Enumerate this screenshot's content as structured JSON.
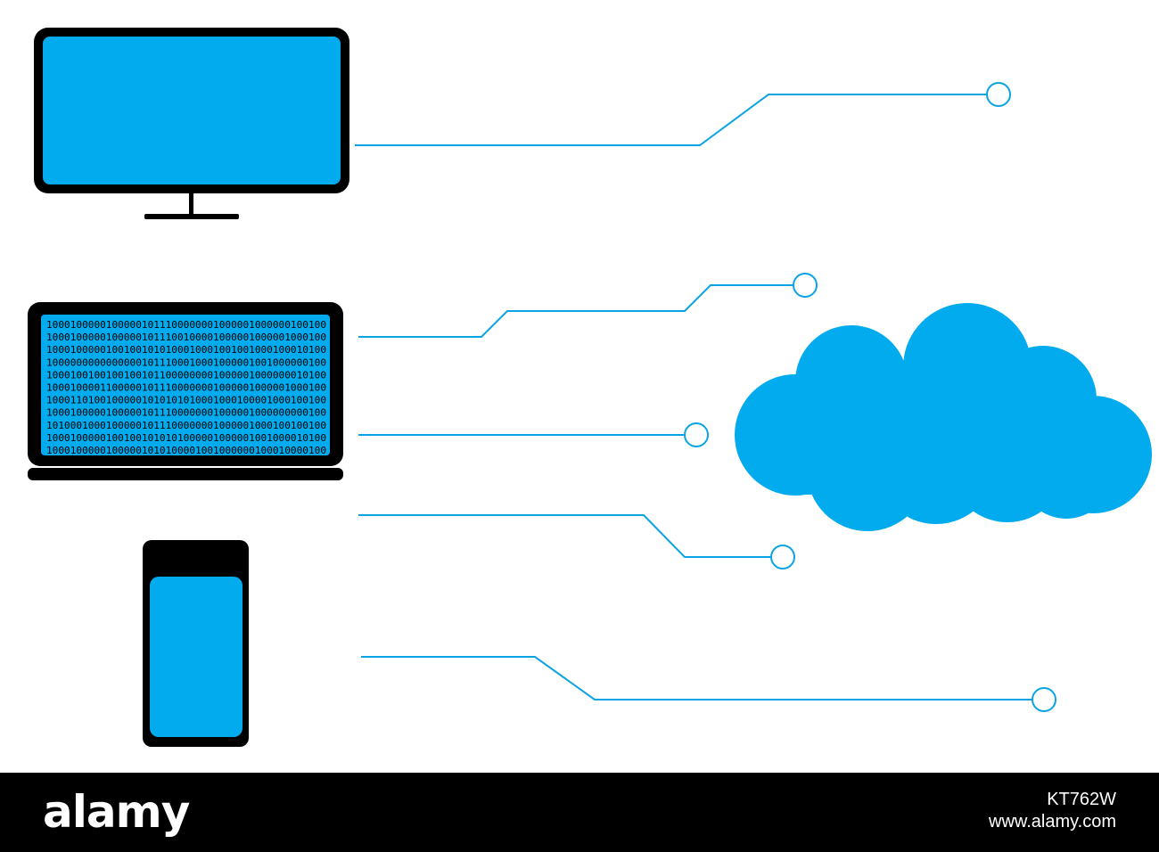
{
  "colors": {
    "screen_blue": "#02abee",
    "line_blue": "#0aa3e3",
    "device_black": "#000000",
    "footer_bg": "#000000",
    "footer_text": "#ffffff"
  },
  "icons": [
    "monitor-icon",
    "laptop-icon",
    "smartphone-icon",
    "cloud-icon"
  ],
  "laptop_screen": {
    "binary_rows": [
      "10001000001000001011100000001000001000000100100",
      "10001000001000001011100100001000001000001000100",
      "10001000001001001010100010001001001000100010100",
      "10000000000000001011100010001000001001000000100",
      "10001001001001001011000000001000001000000010100",
      "10001000011000001011100000001000001000001000100",
      "10001101001000001010101010001000100001000100100",
      "10001000001000001011100000001000001000000000100",
      "10100010001000001011100000001000001000100100100",
      "10001000001001001010101000001000001001000010100",
      "10001000001000001010100001001000000100010000100"
    ]
  },
  "footer": {
    "brand": "alamy",
    "image_id": "KT762W",
    "site": "www.alamy.com"
  }
}
